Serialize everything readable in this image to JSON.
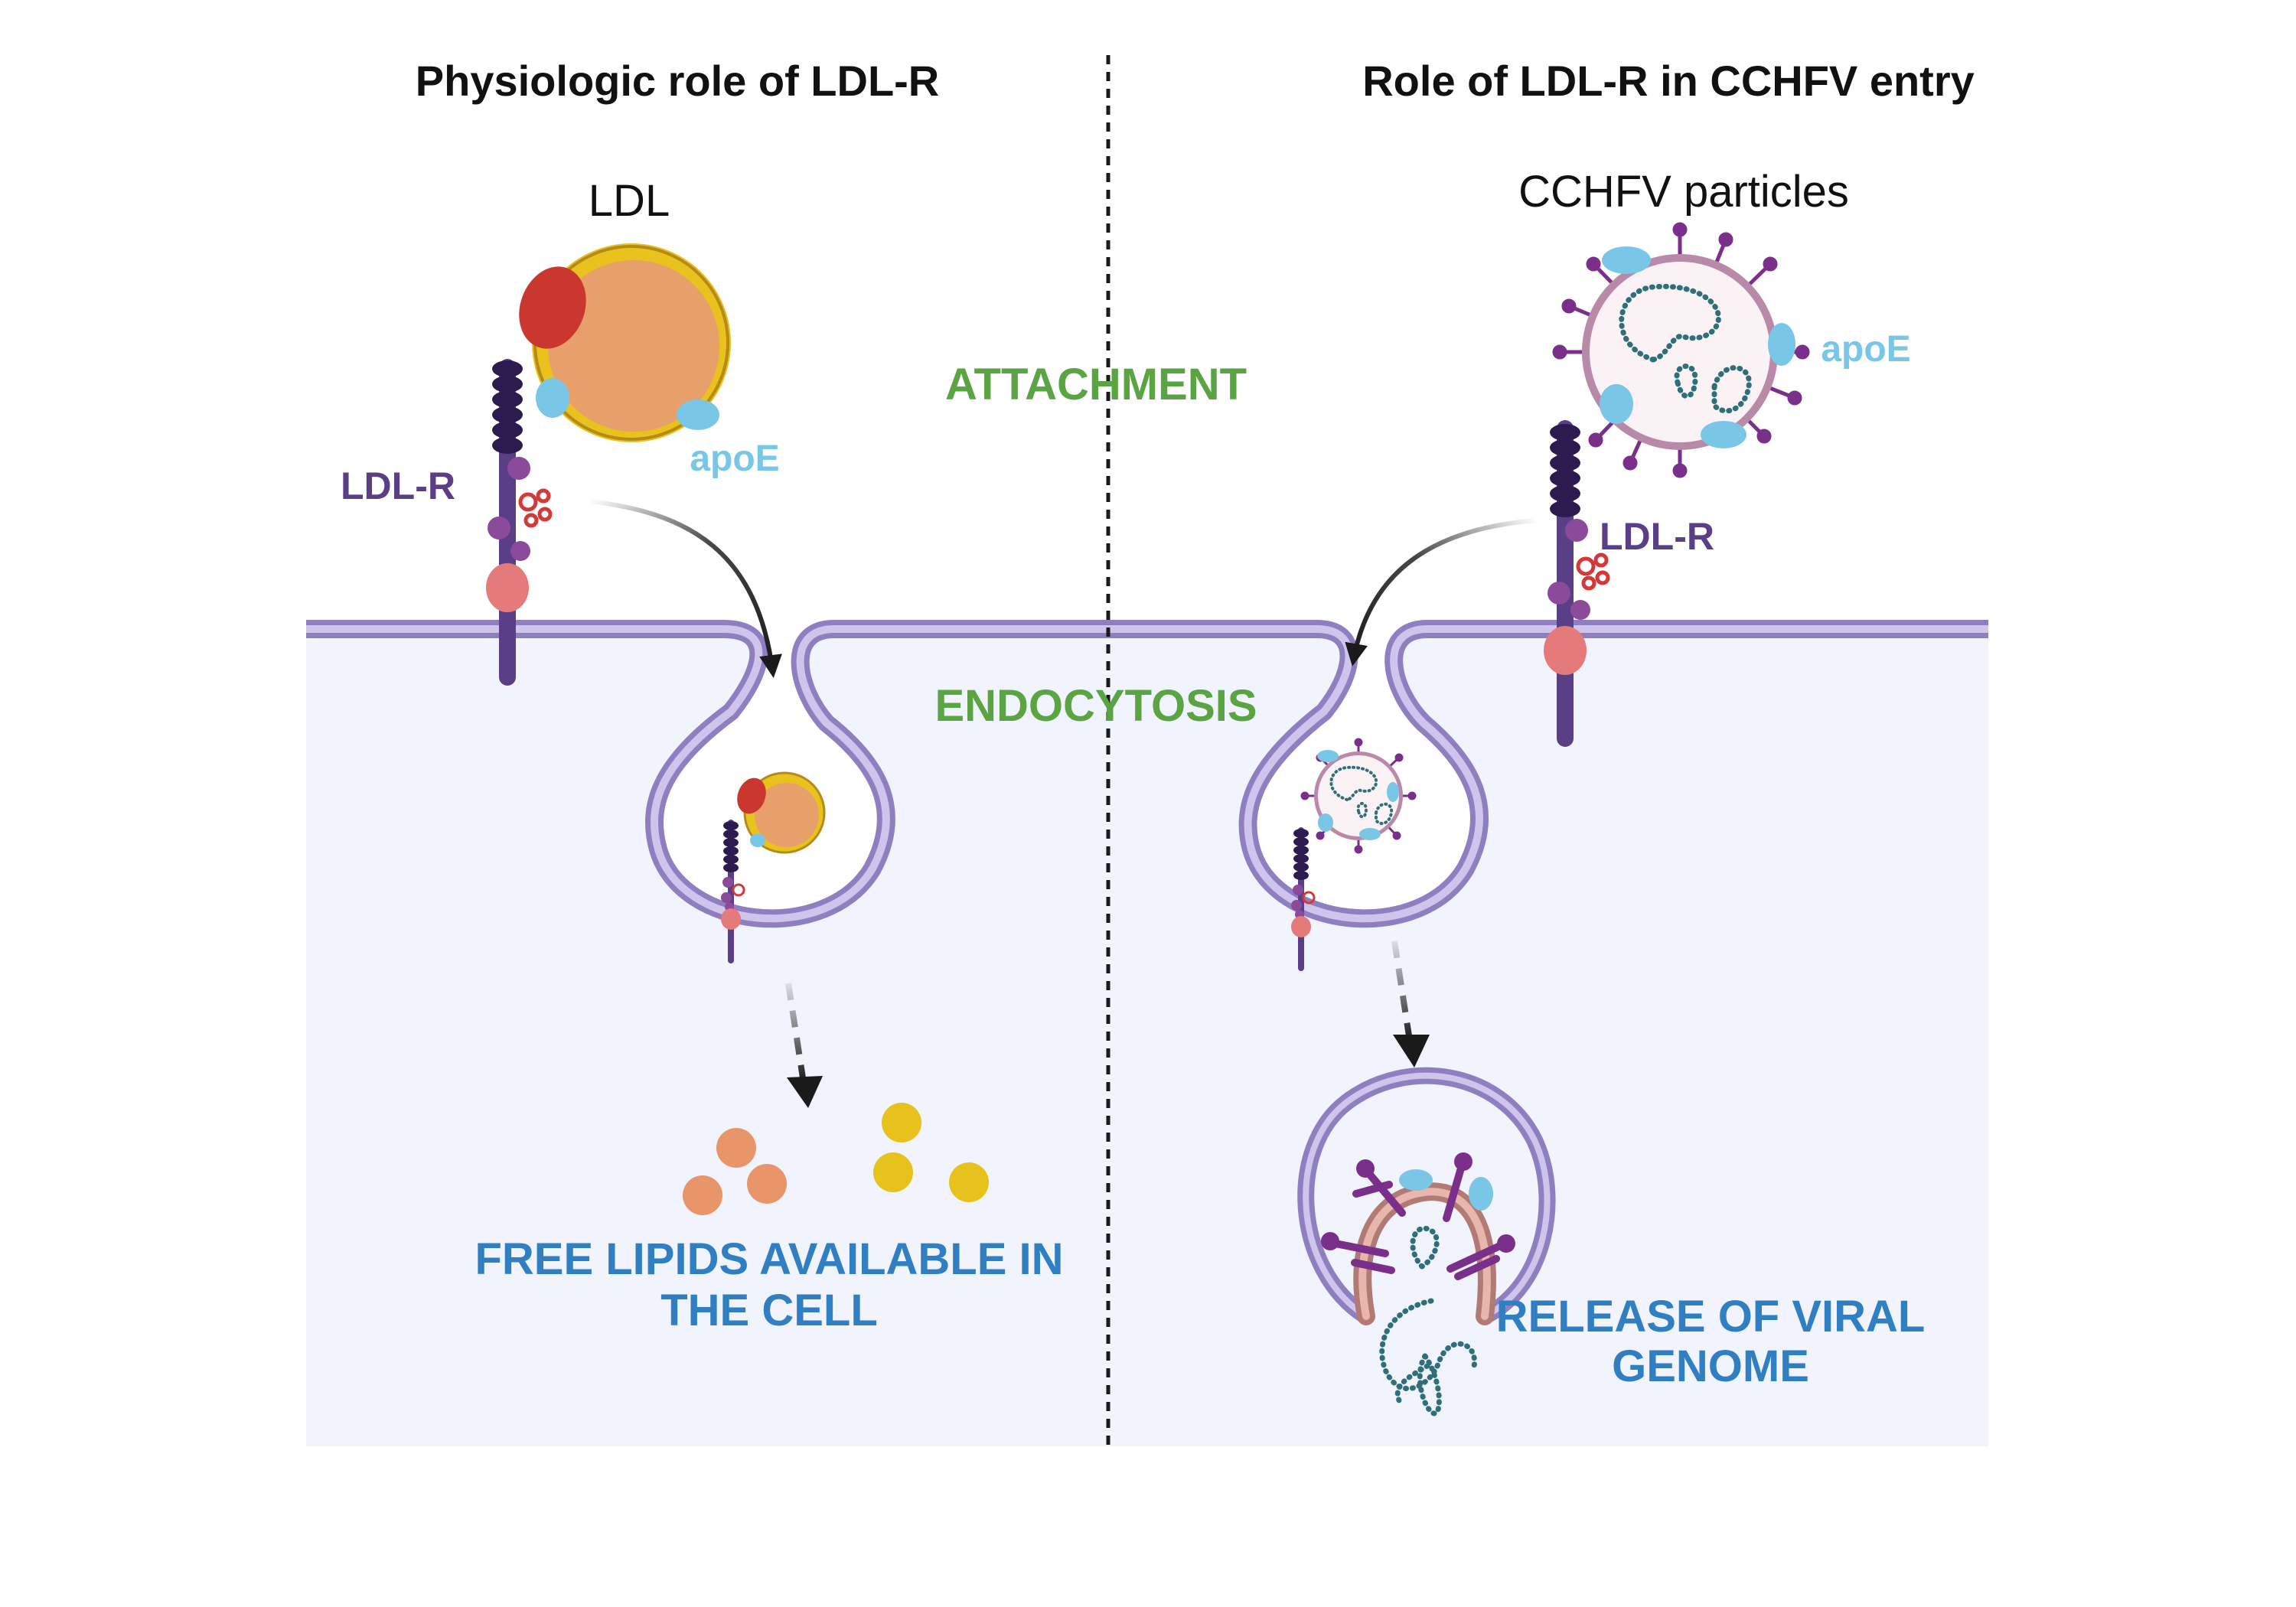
{
  "titles": {
    "left": "Physiologic role of LDL-R",
    "right": "Role of LDL-R in CCHFV entry"
  },
  "labels": {
    "ldl": "LDL",
    "cchfv_particles": "CCHFV particles",
    "ldlr_left": "LDL-R",
    "ldlr_right": "LDL-R",
    "apoe_left": "apoE",
    "apoe_right": "apoE",
    "attachment": "ATTACHMENT",
    "endocytosis": "ENDOCYTOSIS",
    "free_lipids_line1": "FREE LIPIDS AVAILABLE IN",
    "free_lipids_line2": "THE CELL",
    "release_line1": "RELEASE OF VIRAL",
    "release_line2": "GENOME"
  },
  "colors": {
    "cytoplasm": "#f1f4fc",
    "membrane": "#a99ad0",
    "receptor": "#5a3f86",
    "receptor_dark": "#2d1a4f",
    "ldl_core": "#e8a06a",
    "ldl_shell": "#e9c21e",
    "apob_red": "#c9372f",
    "apoe": "#79c6e6",
    "green_text": "#5aa444",
    "blue_text": "#2f7fc2",
    "purple_text": "#5a3f86",
    "lipid_orange": "#e8956a",
    "lipid_yellow": "#e8c21c",
    "virus_membrane": "#b88aa8",
    "virus_fill": "#fbf2f6",
    "genome": "#2f6f7a",
    "spike": "#7a2f8a"
  }
}
